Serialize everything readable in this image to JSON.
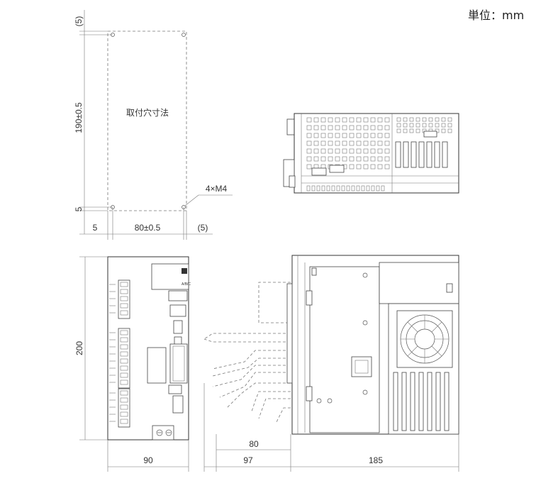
{
  "unit_label": "単位：mm",
  "mounting": {
    "title": "取付穴寸法",
    "dim_top": "(5)",
    "dim_height": "190±0.5",
    "dim_bottom": "5",
    "dim_left": "5",
    "dim_width": "80±0.5",
    "dim_right": "(5)",
    "screw_label": "4×M4"
  },
  "front_view": {
    "dim_height": "200",
    "dim_width": "90"
  },
  "side_view": {
    "dim_cable": "80",
    "dim_cable_total": "97",
    "dim_depth": "185"
  }
}
